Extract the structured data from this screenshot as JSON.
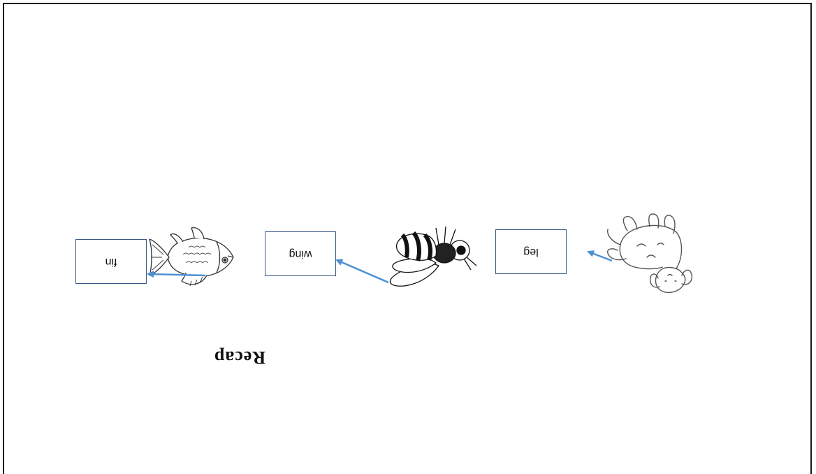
{
  "title": "Recap",
  "labels": {
    "leg": "leg",
    "wing": "wing",
    "fin": "fin"
  },
  "images": {
    "animal_1": "puppy-illustration",
    "animal_2": "bee-illustration",
    "animal_3": "fish-illustration"
  },
  "colors": {
    "arrow": "#4d90d4",
    "box_border": "#3a5a86"
  }
}
